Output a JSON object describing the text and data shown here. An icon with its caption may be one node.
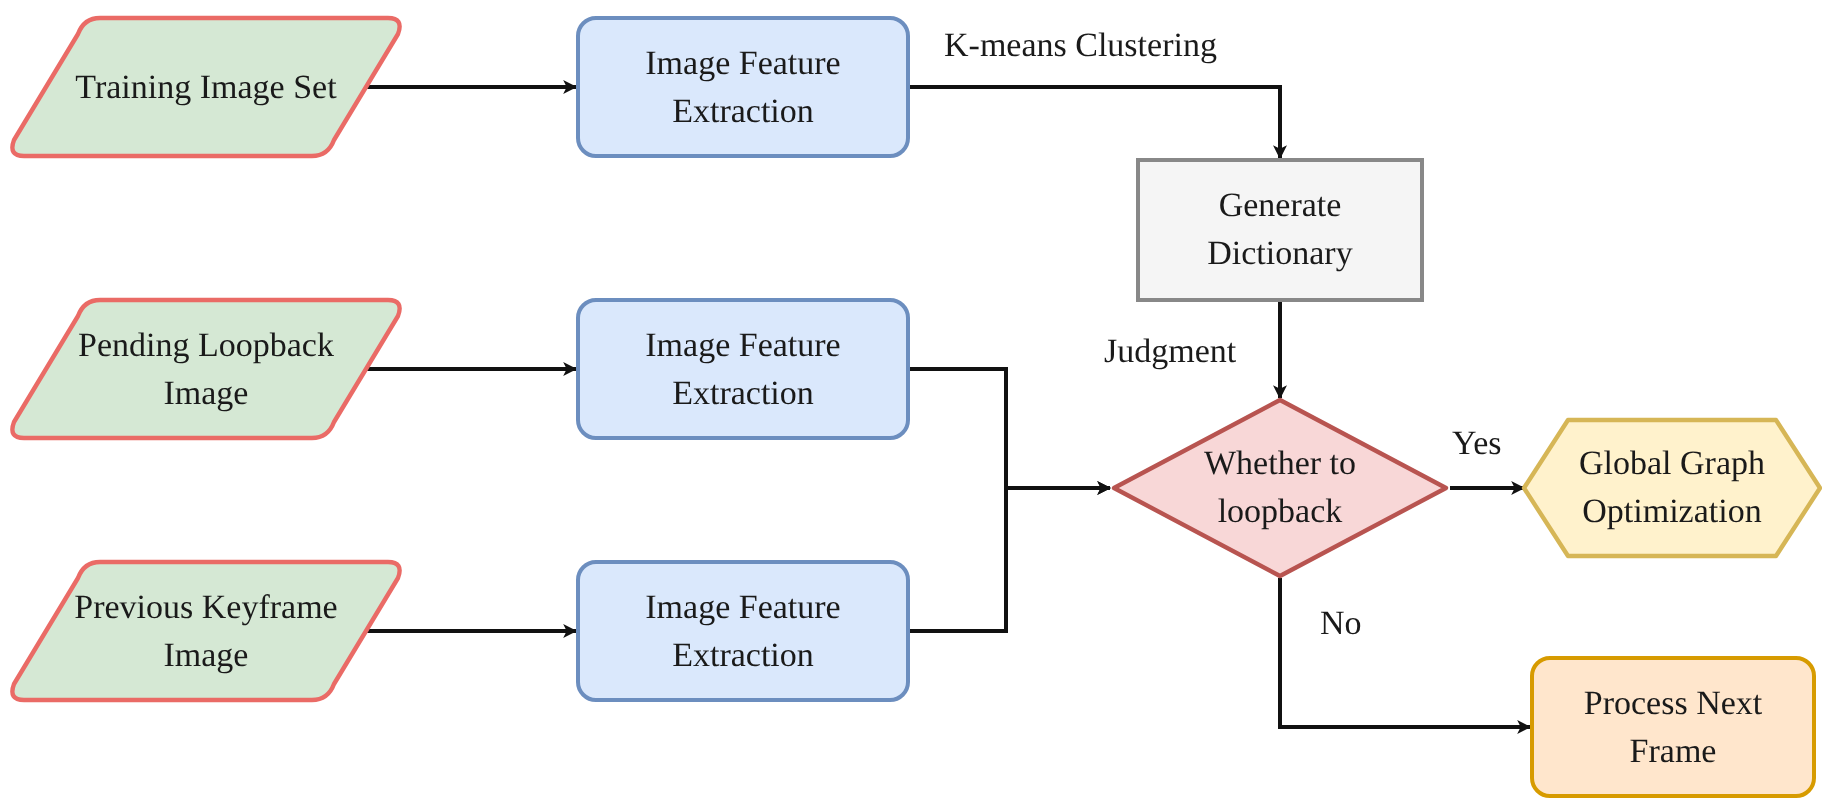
{
  "diagram": {
    "nodes": [
      {
        "text": [
          "Training Image Set"
        ]
      },
      {
        "text": [
          "Image Feature Extraction"
        ]
      },
      {
        "text": [
          "Pending Loopback Image"
        ]
      },
      {
        "text": [
          "Image Feature Extraction"
        ]
      },
      {
        "text": [
          "Previous Keyframe Image"
        ]
      },
      {
        "text": [
          "Image Feature Extraction"
        ]
      },
      {
        "text": [
          "Generate Dictionary"
        ]
      },
      {
        "text": [
          "Whether to loopback"
        ]
      },
      {
        "text": [
          "Global Graph Optimization"
        ]
      },
      {
        "text": [
          "Process Next Frame"
        ]
      }
    ],
    "edges": [
      {
        "from": 0,
        "to": 1,
        "arrow": "to"
      },
      {
        "from": 2,
        "to": 3,
        "arrow": "to"
      },
      {
        "from": 4,
        "to": 5,
        "arrow": "to"
      },
      {
        "from": 1,
        "to": 6,
        "arrow": "to",
        "label": "K-means Clustering"
      },
      {
        "from": 6,
        "to": 7,
        "arrow": "to",
        "label": "Judgment"
      },
      {
        "from": 3,
        "to": 7,
        "arrow": "to"
      },
      {
        "from": 5,
        "to": 7,
        "arrow": "to"
      },
      {
        "from": 7,
        "to": 8,
        "arrow": "to",
        "label": "Yes"
      },
      {
        "from": 7,
        "to": 9,
        "arrow": "to",
        "label": "No"
      }
    ]
  }
}
